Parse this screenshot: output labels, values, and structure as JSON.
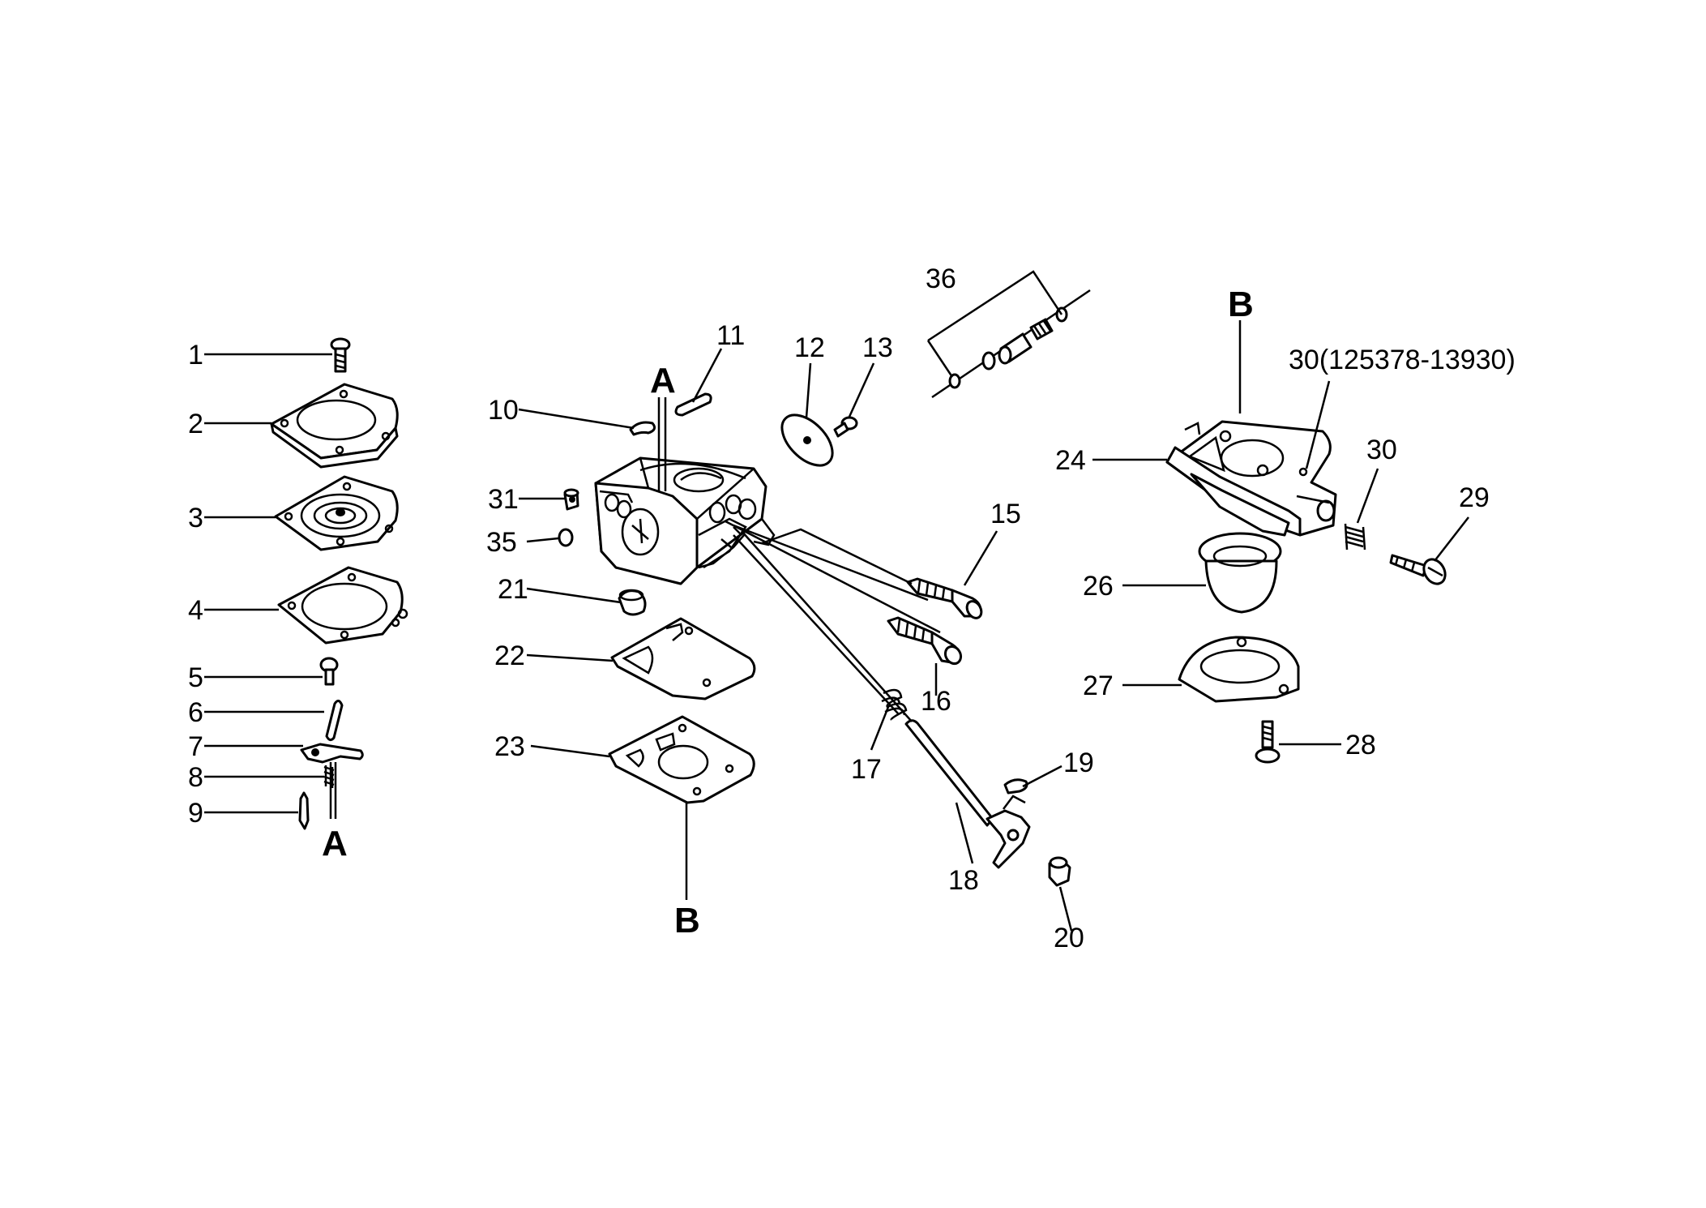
{
  "diagram": {
    "callouts": [
      {
        "id": "1",
        "label": "1"
      },
      {
        "id": "2",
        "label": "2"
      },
      {
        "id": "3",
        "label": "3"
      },
      {
        "id": "4",
        "label": "4"
      },
      {
        "id": "5",
        "label": "5"
      },
      {
        "id": "6",
        "label": "6"
      },
      {
        "id": "7",
        "label": "7"
      },
      {
        "id": "8",
        "label": "8"
      },
      {
        "id": "9",
        "label": "9"
      },
      {
        "id": "10",
        "label": "10"
      },
      {
        "id": "11",
        "label": "11"
      },
      {
        "id": "12",
        "label": "12"
      },
      {
        "id": "13",
        "label": "13"
      },
      {
        "id": "15",
        "label": "15"
      },
      {
        "id": "16",
        "label": "16"
      },
      {
        "id": "17",
        "label": "17"
      },
      {
        "id": "18",
        "label": "18"
      },
      {
        "id": "19",
        "label": "19"
      },
      {
        "id": "20",
        "label": "20"
      },
      {
        "id": "21",
        "label": "21"
      },
      {
        "id": "22",
        "label": "22"
      },
      {
        "id": "23",
        "label": "23"
      },
      {
        "id": "24",
        "label": "24"
      },
      {
        "id": "26",
        "label": "26"
      },
      {
        "id": "27",
        "label": "27"
      },
      {
        "id": "28",
        "label": "28"
      },
      {
        "id": "29",
        "label": "29"
      },
      {
        "id": "30",
        "label": "30"
      },
      {
        "id": "30b",
        "label": "30(125378-13930)"
      },
      {
        "id": "31",
        "label": "31"
      },
      {
        "id": "35",
        "label": "35"
      },
      {
        "id": "36",
        "label": "36"
      }
    ],
    "refs": [
      {
        "id": "A1",
        "label": "A"
      },
      {
        "id": "A2",
        "label": "A"
      },
      {
        "id": "B1",
        "label": "B"
      },
      {
        "id": "B2",
        "label": "B"
      }
    ]
  }
}
